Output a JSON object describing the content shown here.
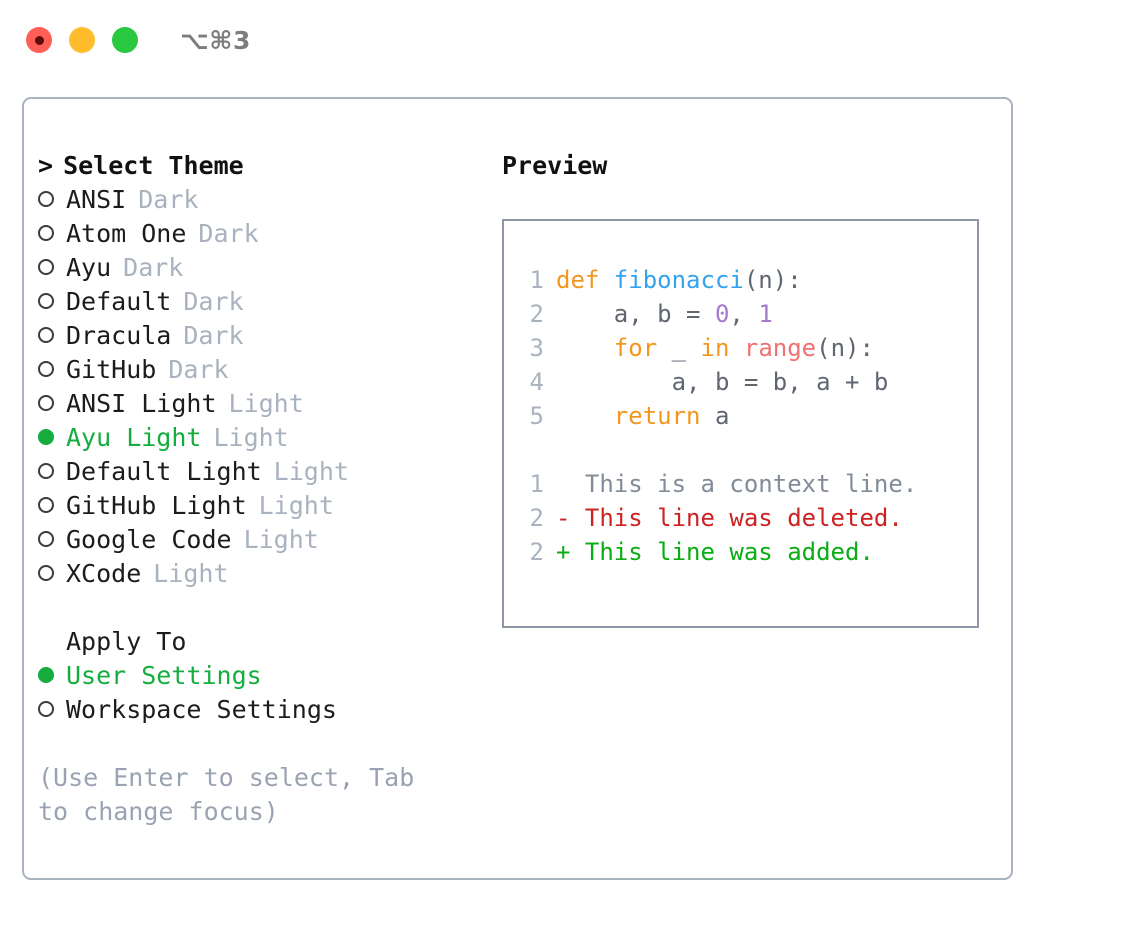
{
  "window": {
    "shortcut": "⌥⌘3",
    "traffic_lights": [
      "close",
      "minimize",
      "maximize"
    ],
    "colors": {
      "close": "#ff5f57",
      "minimize": "#ffbd2e",
      "maximize": "#28c840",
      "panel_border": "#a9b2bf",
      "accent_green": "#14ad3e",
      "muted": "#a9b2bf"
    }
  },
  "theme_panel": {
    "heading_caret": ">",
    "heading": "Select Theme",
    "items": [
      {
        "bullet": "○",
        "label": "ANSI",
        "tag": "Dark",
        "selected": false
      },
      {
        "bullet": "○",
        "label": "Atom One",
        "tag": "Dark",
        "selected": false
      },
      {
        "bullet": "○",
        "label": "Ayu",
        "tag": "Dark",
        "selected": false
      },
      {
        "bullet": "○",
        "label": "Default",
        "tag": "Dark",
        "selected": false
      },
      {
        "bullet": "○",
        "label": "Dracula",
        "tag": "Dark",
        "selected": false
      },
      {
        "bullet": "○",
        "label": "GitHub",
        "tag": "Dark",
        "selected": false
      },
      {
        "bullet": "○",
        "label": "ANSI Light",
        "tag": "Light",
        "selected": false
      },
      {
        "bullet": "●",
        "label": "Ayu Light",
        "tag": "Light",
        "selected": true
      },
      {
        "bullet": "○",
        "label": "Default Light",
        "tag": "Light",
        "selected": false
      },
      {
        "bullet": "○",
        "label": "GitHub Light",
        "tag": "Light",
        "selected": false
      },
      {
        "bullet": "○",
        "label": "Google Code",
        "tag": "Light",
        "selected": false
      },
      {
        "bullet": "○",
        "label": "XCode",
        "tag": "Light",
        "selected": false
      }
    ]
  },
  "apply_to": {
    "title": "Apply To",
    "items": [
      {
        "bullet": "●",
        "label": "User Settings",
        "selected": true
      },
      {
        "bullet": "○",
        "label": "Workspace Settings",
        "selected": false
      }
    ]
  },
  "hint": "(Use Enter to select, Tab to change focus)",
  "preview": {
    "title": "Preview",
    "code_lines": [
      {
        "n": "1",
        "tokens": [
          {
            "t": "def ",
            "c": "kw"
          },
          {
            "t": "fibonacci",
            "c": "fn"
          },
          {
            "t": "(n):",
            "c": "pl"
          }
        ]
      },
      {
        "n": "2",
        "tokens": [
          {
            "t": "    a, b = ",
            "c": "pl"
          },
          {
            "t": "0",
            "c": "num"
          },
          {
            "t": ", ",
            "c": "pl"
          },
          {
            "t": "1",
            "c": "num"
          }
        ]
      },
      {
        "n": "3",
        "tokens": [
          {
            "t": "    ",
            "c": "pl"
          },
          {
            "t": "for",
            "c": "kw"
          },
          {
            "t": " _ ",
            "c": "pl"
          },
          {
            "t": "in",
            "c": "kw"
          },
          {
            "t": " ",
            "c": "pl"
          },
          {
            "t": "range",
            "c": "bi"
          },
          {
            "t": "(n):",
            "c": "pl"
          }
        ]
      },
      {
        "n": "4",
        "tokens": [
          {
            "t": "        a, b = b, a + b",
            "c": "pl"
          }
        ]
      },
      {
        "n": "5",
        "tokens": [
          {
            "t": "    ",
            "c": "pl"
          },
          {
            "t": "return",
            "c": "kw"
          },
          {
            "t": " a",
            "c": "pl"
          }
        ]
      }
    ],
    "diff_lines": [
      {
        "n": "1",
        "marker": "  ",
        "text": "This is a context line.",
        "kind": "ctx"
      },
      {
        "n": "2",
        "marker": "- ",
        "text": "This line was deleted.",
        "kind": "del"
      },
      {
        "n": "2",
        "marker": "+ ",
        "text": "This line was added.",
        "kind": "add"
      }
    ]
  }
}
